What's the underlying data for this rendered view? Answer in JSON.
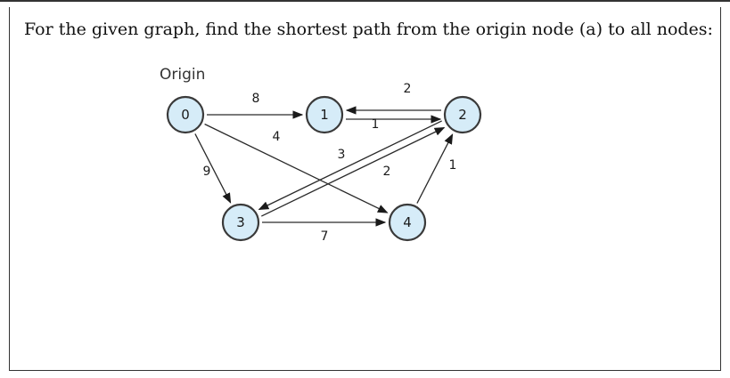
{
  "question": "For the given graph, find the shortest path from the origin node (a) to all nodes:",
  "origin_label": "Origin",
  "nodes": [
    {
      "label": "0"
    },
    {
      "label": "1"
    },
    {
      "label": "2"
    },
    {
      "label": "3"
    },
    {
      "label": "4"
    }
  ],
  "edges": [
    {
      "from": "0",
      "to": "1",
      "weight": "8"
    },
    {
      "from": "0",
      "to": "4",
      "weight": "4"
    },
    {
      "from": "0",
      "to": "3",
      "weight": "9"
    },
    {
      "from": "1",
      "to": "2",
      "weight": "1"
    },
    {
      "from": "2",
      "to": "1",
      "weight": "2"
    },
    {
      "from": "3",
      "to": "2",
      "weight": "3"
    },
    {
      "from": "2",
      "to": "3",
      "weight": "2"
    },
    {
      "from": "3",
      "to": "4",
      "weight": "7"
    },
    {
      "from": "4",
      "to": "2",
      "weight": "1"
    }
  ],
  "colors": {
    "node_fill": "#d6ecf8",
    "stroke": "#2a2a2a"
  }
}
